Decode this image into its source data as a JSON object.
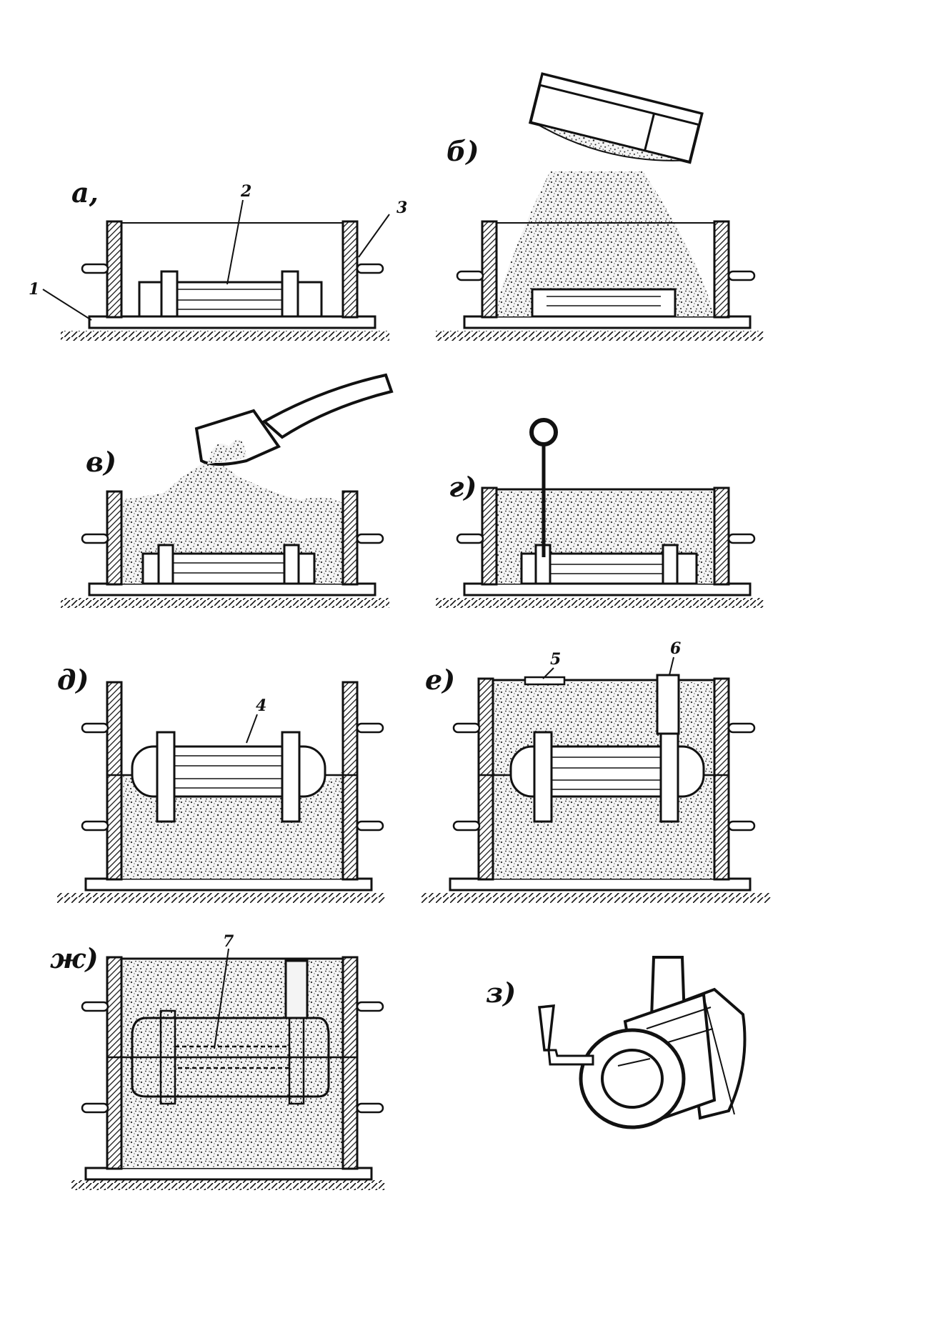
{
  "colors": {
    "ink": "#111111",
    "paper": "#ffffff",
    "hatch": "#222222"
  },
  "panels": [
    {
      "id": "a",
      "label": "а,",
      "callouts": [
        "1",
        "2",
        "3"
      ]
    },
    {
      "id": "b",
      "label": "б)",
      "callouts": []
    },
    {
      "id": "v",
      "label": "в)",
      "callouts": []
    },
    {
      "id": "g",
      "label": "г)",
      "callouts": []
    },
    {
      "id": "d",
      "label": "д)",
      "callouts": [
        "4"
      ]
    },
    {
      "id": "e",
      "label": "е)",
      "callouts": [
        "5",
        "6"
      ]
    },
    {
      "id": "zh",
      "label": "ж)",
      "callouts": [
        "7"
      ]
    },
    {
      "id": "z",
      "label": "з)",
      "callouts": []
    }
  ]
}
